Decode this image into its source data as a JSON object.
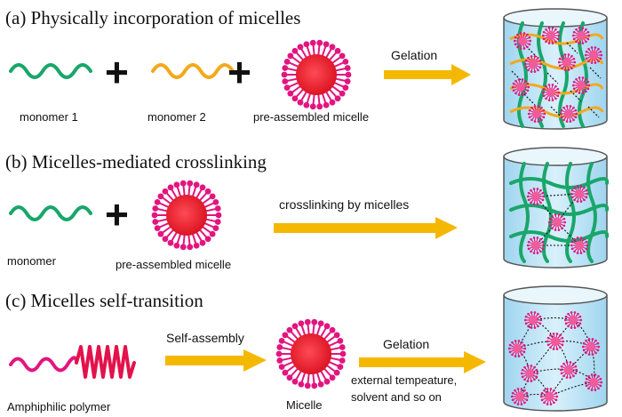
{
  "panels": {
    "a": {
      "title": "(a) Physically incorporation of micelles",
      "monomer1_label": "monomer 1",
      "monomer2_label": "monomer 2",
      "micelle_label": "pre-assembled micelle",
      "arrow_label": "Gelation"
    },
    "b": {
      "title": "(b) Micelles-mediated crosslinking",
      "monomer_label": "monomer",
      "micelle_label": "pre-assembled micelle",
      "arrow_label": "crosslinking by micelles"
    },
    "c": {
      "title": "(c) Micelles self-transition",
      "polymer_label": "Amphiphilic polymer",
      "arrow1_label": "Self-assembly",
      "micelle_label": "Micelle",
      "arrow2_label": "Gelation",
      "condition_line1": "external tempeature,",
      "condition_line2": "solvent and so on"
    }
  },
  "symbols": {
    "plus": "+"
  },
  "colors": {
    "green_chain": "#1aa66a",
    "orange_chain": "#f2a91c",
    "micelle_core": "#e8192c",
    "micelle_shell": "#e2157f",
    "arrow": "#f5b800",
    "container_fill": "#bfe4f6",
    "container_stroke": "#555555",
    "crimson_chain": "#e3124b"
  }
}
